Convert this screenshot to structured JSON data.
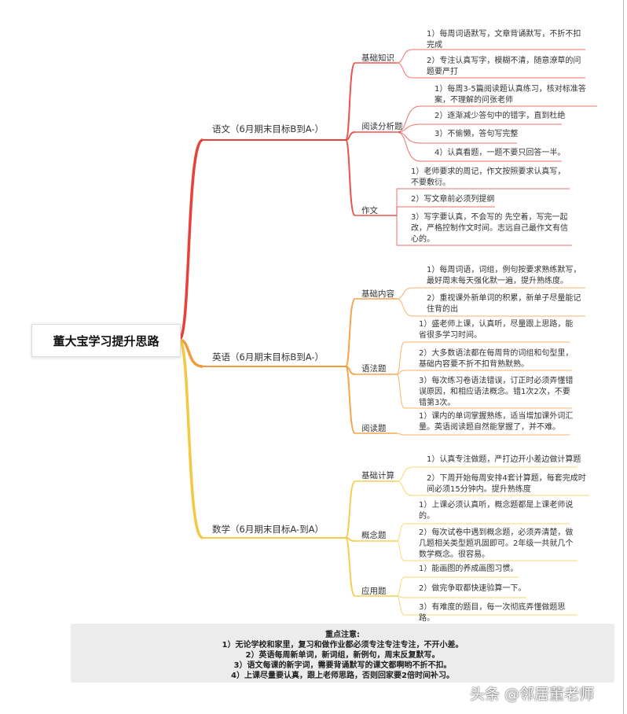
{
  "root": {
    "title": "董大宝学习提升思路"
  },
  "colors": {
    "chinese": "#e8413a",
    "english": "#f39a3a",
    "math": "#f5c842"
  },
  "branches": [
    {
      "label": "语文（6月期末目标B到A-）",
      "topics": [
        {
          "label": "基础知识",
          "leaves": [
            "1）每周词语默写，文章背诵默写，不折不扣完成",
            "2）专注认真写字，模糊不清，随意潦草的问题要严打"
          ]
        },
        {
          "label": "阅读分析题",
          "leaves": [
            "1）每周3-5篇阅读题认真练习，核对标准答案，不理解的问张老师",
            "2）逐渐减少答句中的错字，直到杜绝",
            "3）不偷懒，答句写完整",
            "4）认真看题，一题不要只回答一半。"
          ]
        },
        {
          "label": "作文",
          "leaves": [
            "1）老师要求的周记，作文按照要求认真写，不要敷衍。",
            "2）写文章前必须列提纲",
            "3）写字要认真，不会写的 先空着，写完一起改，严格控制作文时间。志远自己最作文有信心的。"
          ]
        }
      ]
    },
    {
      "label": "英语（6月期末目标B到A-）",
      "topics": [
        {
          "label": "基础内容",
          "leaves": [
            "1）每周词语，词组，例句按要求熟练默写，最好周末每天强化默一遍，提升熟练度。",
            "2）重视课外新单词的积累，新单子尽量能记住背的出"
          ]
        },
        {
          "label": "语法题",
          "leaves": [
            "1）盛老师上课，认真听，尽量跟上思路，能省很多学习时间。",
            "2）大多数语法都在每周背的词组和句型里，基础内容要不折不扣背熟默熟。",
            "3）每次练习卷语法错误，订正时必须弄懂错误原因，和相应语法概念。错1次2次，不要错第3次。"
          ]
        },
        {
          "label": "阅读题",
          "leaves": [
            "1）课内的单词掌握熟练，适当增加课外词汇量。英语阅读题自然能掌握了，并不难。"
          ]
        }
      ]
    },
    {
      "label": "数学（6月期末目标A-到A）",
      "topics": [
        {
          "label": "基础计算",
          "leaves": [
            "1）认真专注做题，严打边开小差边做计算题",
            "2）下周开始每周安排4套计算题，每套完成时间必须15分钟内。提升熟练度"
          ]
        },
        {
          "label": "概念题",
          "leaves": [
            "1）上课必须认真听，概念题都是上课老师说的。",
            "2）每次试卷中遇到概念题，必须弄清楚，做几题相关类型题巩固即可。2年级一共就几个数学概念。很容易。"
          ]
        },
        {
          "label": "应用题",
          "leaves": [
            "1）能画图的养成画图习惯。",
            "2）做完争取都快速验算一下。",
            "3）有难度的题目，每一次彻底弄懂做题思路。"
          ]
        }
      ]
    }
  ],
  "notes": {
    "title": "重点注意:",
    "lines": [
      "1）无论学校和家里，复习和做作业都必须专注专注专注，不开小差。",
      "2）英语每周新单词，新词组，新例句，周末反复默写。",
      "3）语文每课的新字词，需要背诵默写的课文都啊哟不折不扣。",
      "4）上课尽量要认真，跟上老师思路，否则回家要2倍时间补习。"
    ]
  },
  "watermark": "头条 @邻居董老师"
}
